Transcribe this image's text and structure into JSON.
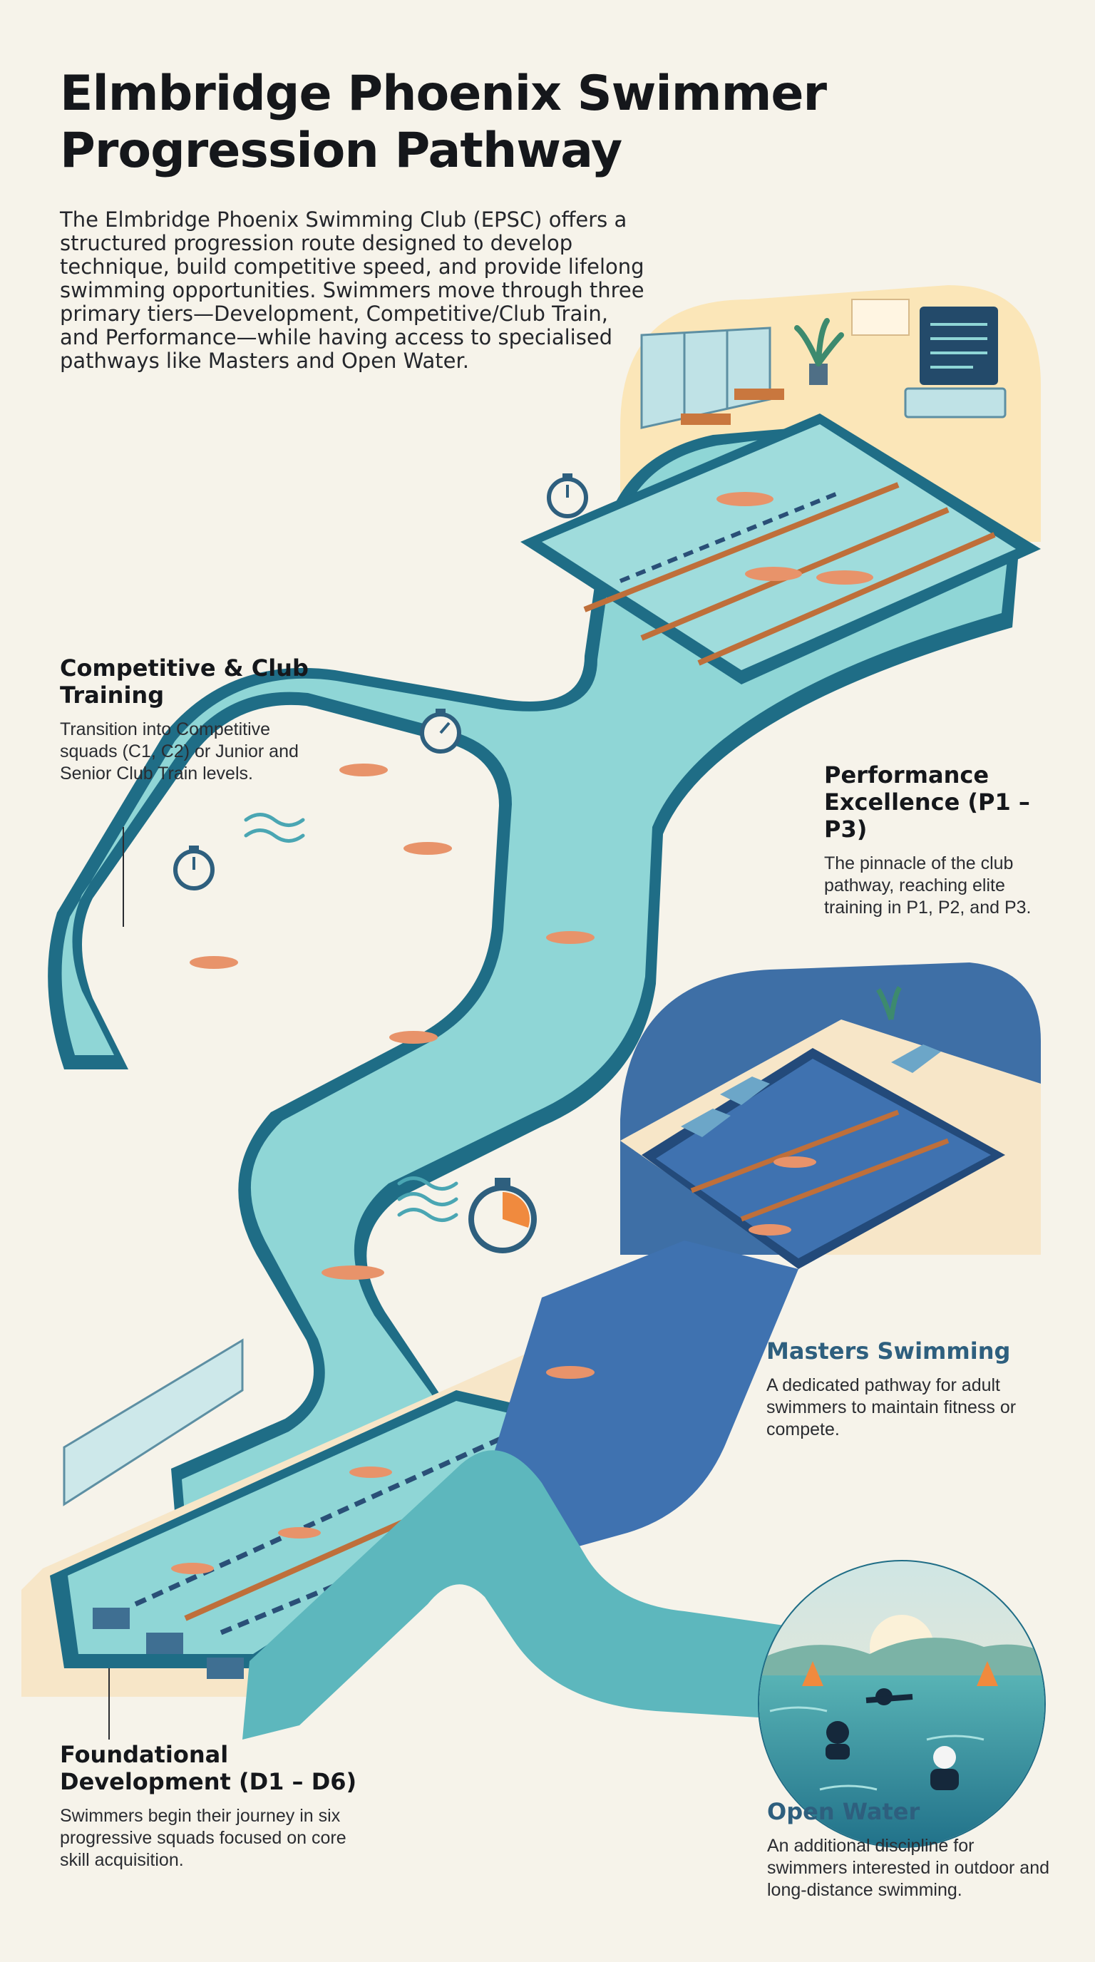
{
  "title": "Elmbridge Phoenix Swimmer Progression Pathway",
  "intro": "The Elmbridge Phoenix Swimming Club (EPSC) offers a structured progression route designed to develop technique, build competitive speed, and provide lifelong swimming opportunities. Swimmers move through three primary tiers—Development, Competitive/Club Train, and Performance—while having access to specialised pathways like Masters and Open Water.",
  "stages": {
    "competitive": {
      "heading": "Competitive & Club Training",
      "text": "Transition into Competitive squads (C1, C2) or Junior and Senior Club Train levels."
    },
    "performance": {
      "heading": "Performance Excellence (P1 – P3)",
      "text": "The pinnacle of the club pathway, reaching elite training in P1, P2, and P3."
    },
    "masters": {
      "heading": "Masters Swimming",
      "text": "A dedicated pathway for adult swimmers to maintain fitness or compete."
    },
    "foundational": {
      "heading": "Foundational Development (D1 – D6)",
      "text": "Swimmers begin their journey in six progressive squads focused on core skill acquisition."
    },
    "open_water": {
      "heading": "Open Water",
      "text": "An additional discipline for swimmers interested in outdoor and long-distance swimming."
    }
  },
  "colors": {
    "water": "#8fd6d6",
    "water_dark": "#2f7f92",
    "masters_water": "#3f72b0",
    "deck": "#f7e6c8",
    "buoy": "#f08a3e",
    "lane_rope": "#bf6f3a"
  },
  "icons": [
    "stopwatch-icon",
    "wave-icon",
    "swimmer-icon",
    "buoy-icon",
    "plant-icon",
    "lounger-icon",
    "scoreboard-icon"
  ]
}
